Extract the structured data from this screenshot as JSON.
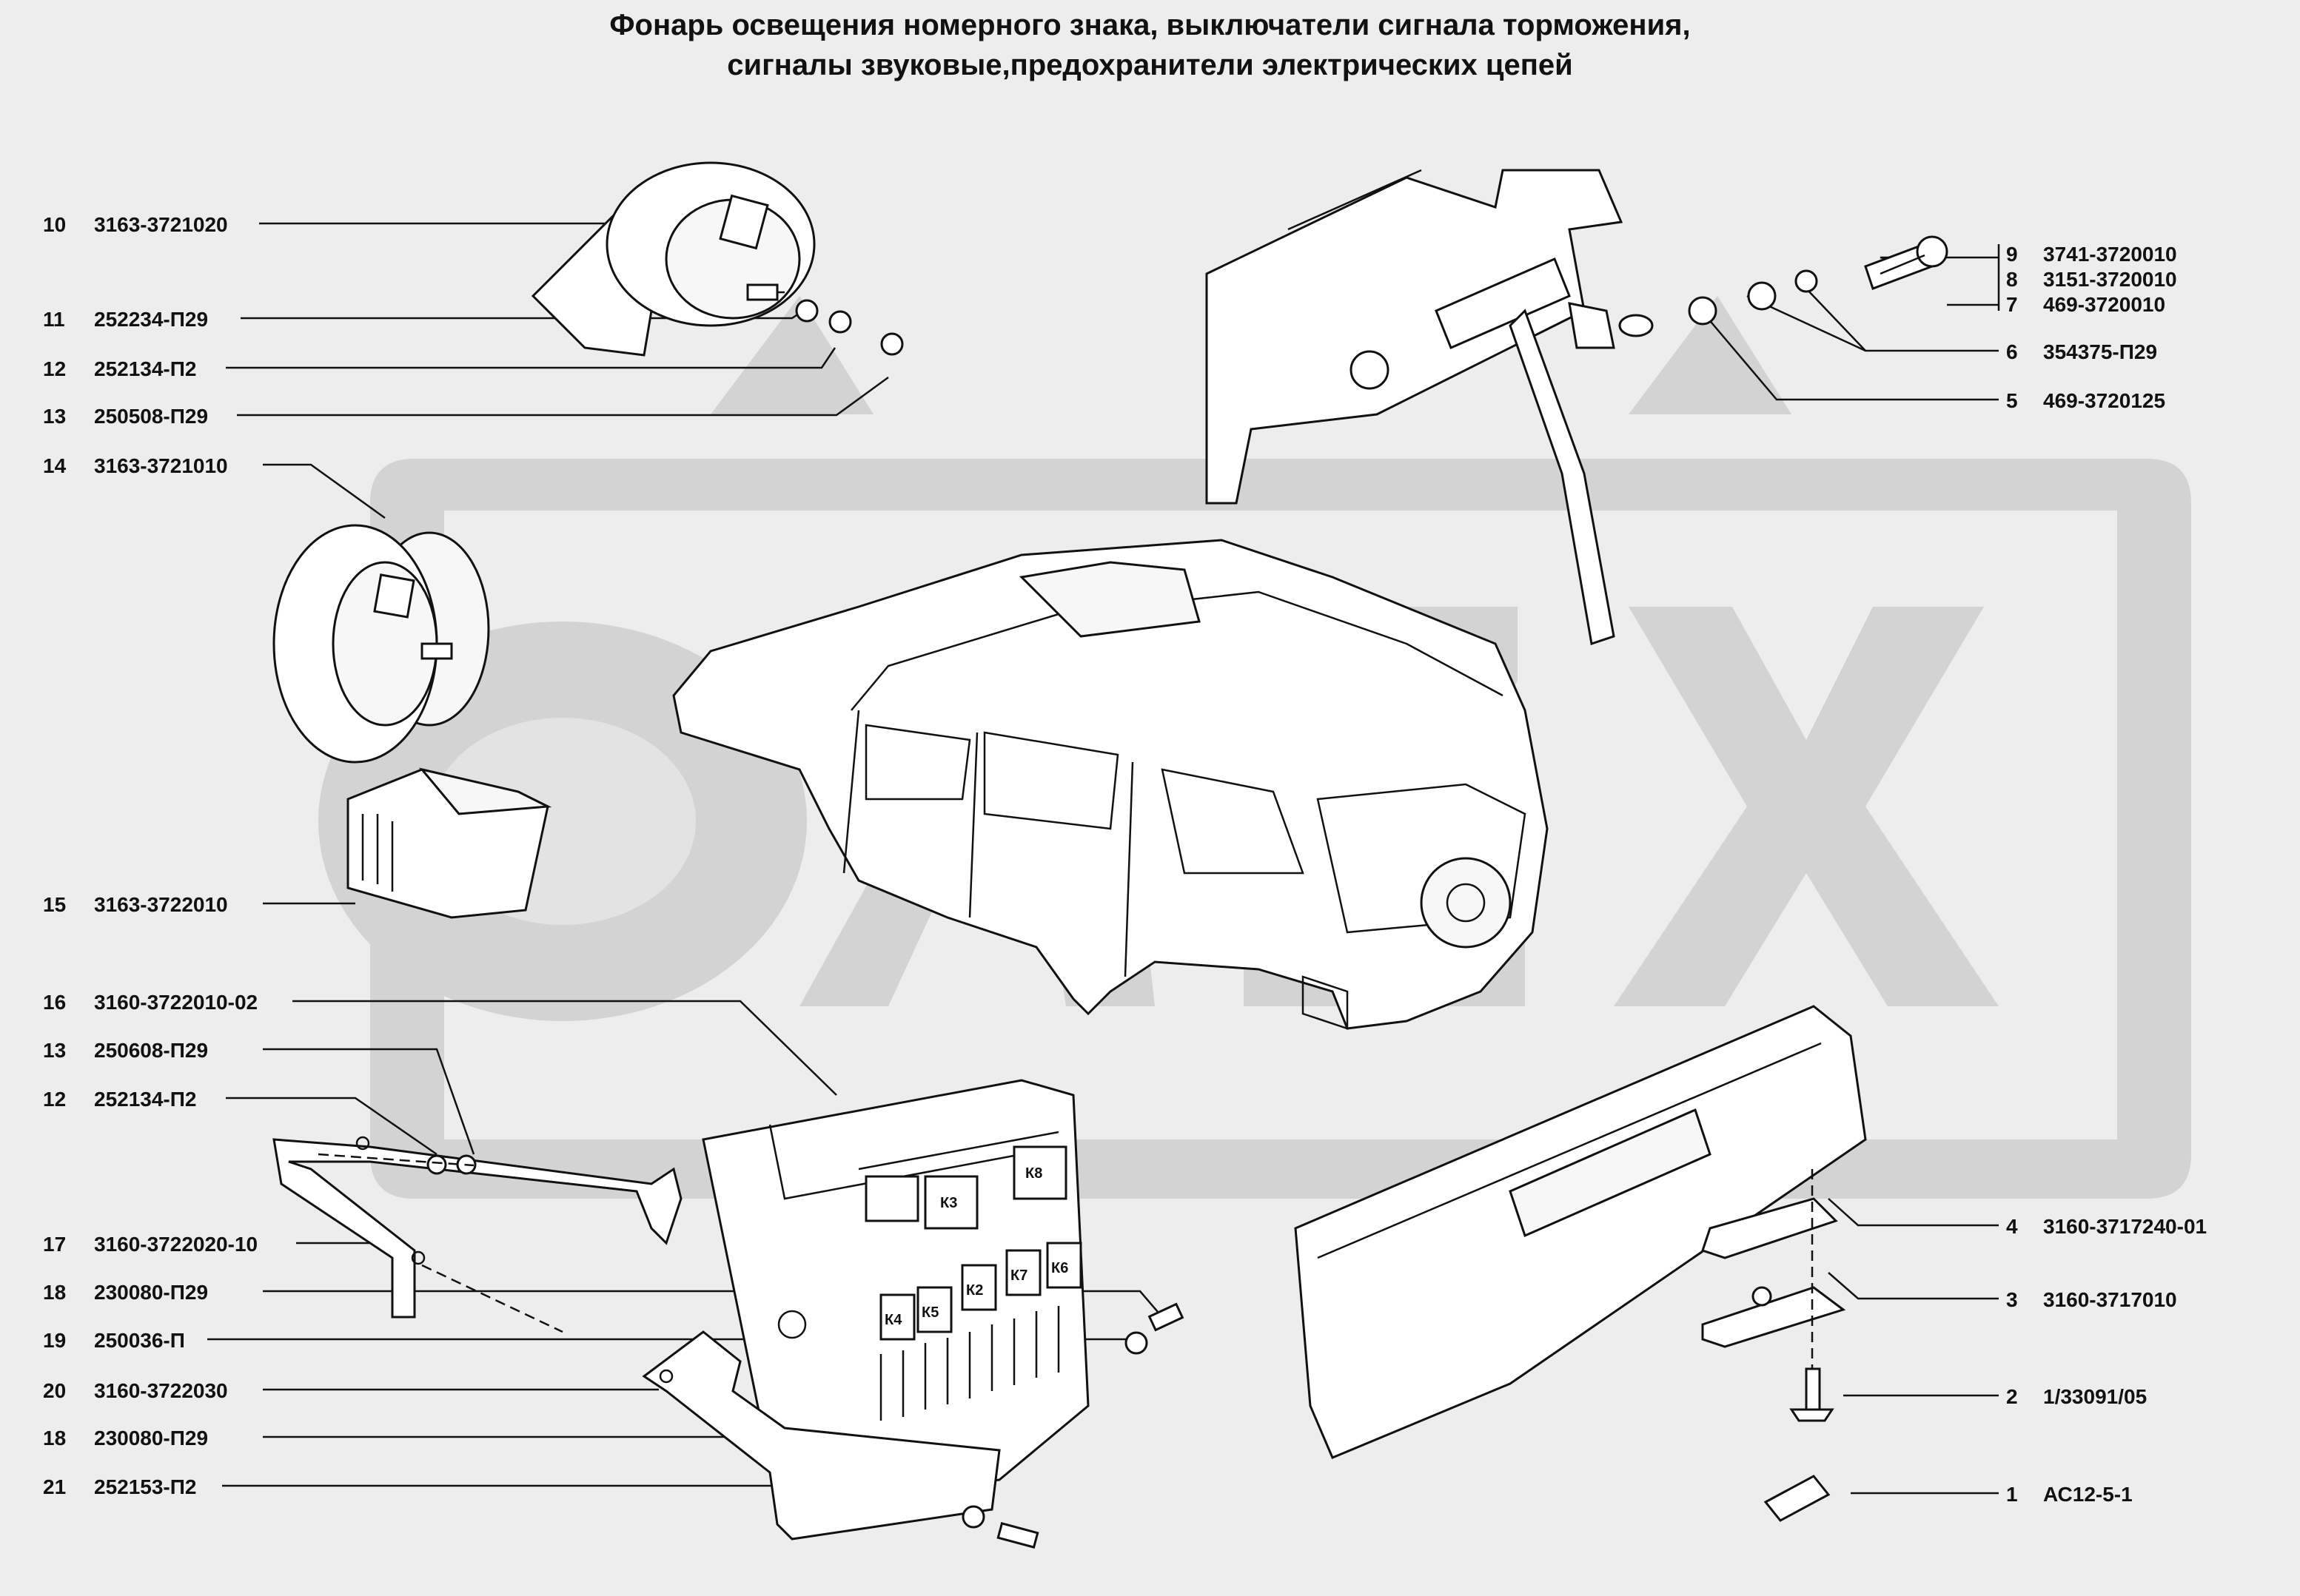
{
  "title": {
    "line1": "Фонарь освещения номерного знака, выключатели сигнала торможения,",
    "line2": "сигналы звуковые,предохранители электрических цепей"
  },
  "left_labels": [
    {
      "num": "10",
      "code": "3163-3721020"
    },
    {
      "num": "11",
      "code": "252234-П29"
    },
    {
      "num": "12",
      "code": "252134-П2"
    },
    {
      "num": "13",
      "code": "250508-П29"
    },
    {
      "num": "14",
      "code": "3163-3721010"
    },
    {
      "num": "15",
      "code": "3163-3722010"
    },
    {
      "num": "16",
      "code": "3160-3722010-02"
    },
    {
      "num": "13",
      "code": "250608-П29"
    },
    {
      "num": "12",
      "code": "252134-П2"
    },
    {
      "num": "17",
      "code": "3160-3722020-10"
    },
    {
      "num": "18",
      "code": "230080-П29"
    },
    {
      "num": "19",
      "code": "250036-П"
    },
    {
      "num": "20",
      "code": "3160-3722030"
    },
    {
      "num": "18",
      "code": "230080-П29"
    },
    {
      "num": "21",
      "code": "252153-П2"
    }
  ],
  "right_labels": [
    {
      "num": "9",
      "code": "3741-3720010"
    },
    {
      "num": "8",
      "code": "3151-3720010"
    },
    {
      "num": "7",
      "code": "469-3720010"
    },
    {
      "num": "6",
      "code": "354375-П29"
    },
    {
      "num": "5",
      "code": "469-3720125"
    },
    {
      "num": "4",
      "code": "3160-3717240-01"
    },
    {
      "num": "3",
      "code": "3160-3717010"
    },
    {
      "num": "2",
      "code": "1/33091/05"
    },
    {
      "num": "1",
      "code": "АС12-5-1"
    }
  ],
  "relay_labels": [
    "К3",
    "К8",
    "К4",
    "К5",
    "К2",
    "К7",
    "К6"
  ]
}
